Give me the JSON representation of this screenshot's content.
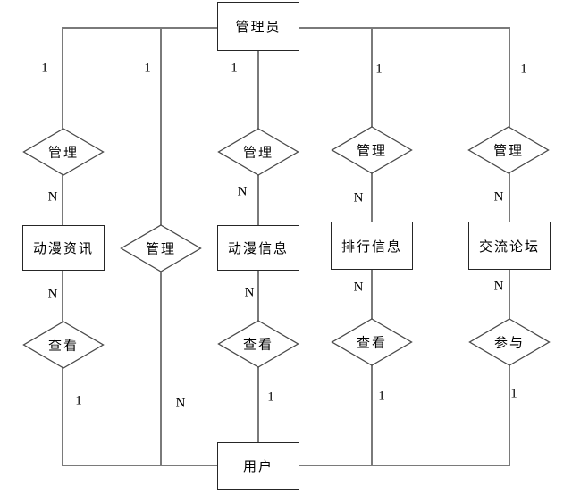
{
  "diagram": {
    "type": "er-diagram",
    "entities": [
      {
        "id": "admin",
        "label": "管理员"
      },
      {
        "id": "anime-news",
        "label": "动漫资讯"
      },
      {
        "id": "anime-info",
        "label": "动漫信息"
      },
      {
        "id": "ranking-info",
        "label": "排行信息"
      },
      {
        "id": "forum",
        "label": "交流论坛"
      },
      {
        "id": "user",
        "label": "用户"
      }
    ],
    "relationships": [
      {
        "id": "manage-news",
        "label": "管理"
      },
      {
        "id": "manage-center",
        "label": "管理"
      },
      {
        "id": "manage-info",
        "label": "管理"
      },
      {
        "id": "manage-rank",
        "label": "管理"
      },
      {
        "id": "manage-forum",
        "label": "管理"
      },
      {
        "id": "view-news",
        "label": "查看"
      },
      {
        "id": "view-info",
        "label": "查看"
      },
      {
        "id": "view-rank",
        "label": "查看"
      },
      {
        "id": "join-forum",
        "label": "参与"
      }
    ],
    "cardinalities": [
      "1",
      "1",
      "1",
      "1",
      "1",
      "N",
      "N",
      "N",
      "N",
      "N",
      "N",
      "N",
      "N",
      "1",
      "N",
      "1",
      "1",
      "1"
    ],
    "colors": {
      "background": "#ffffff",
      "connector_line": "#7a7a7a",
      "shape_border": "#262626",
      "text": "#000000"
    }
  }
}
